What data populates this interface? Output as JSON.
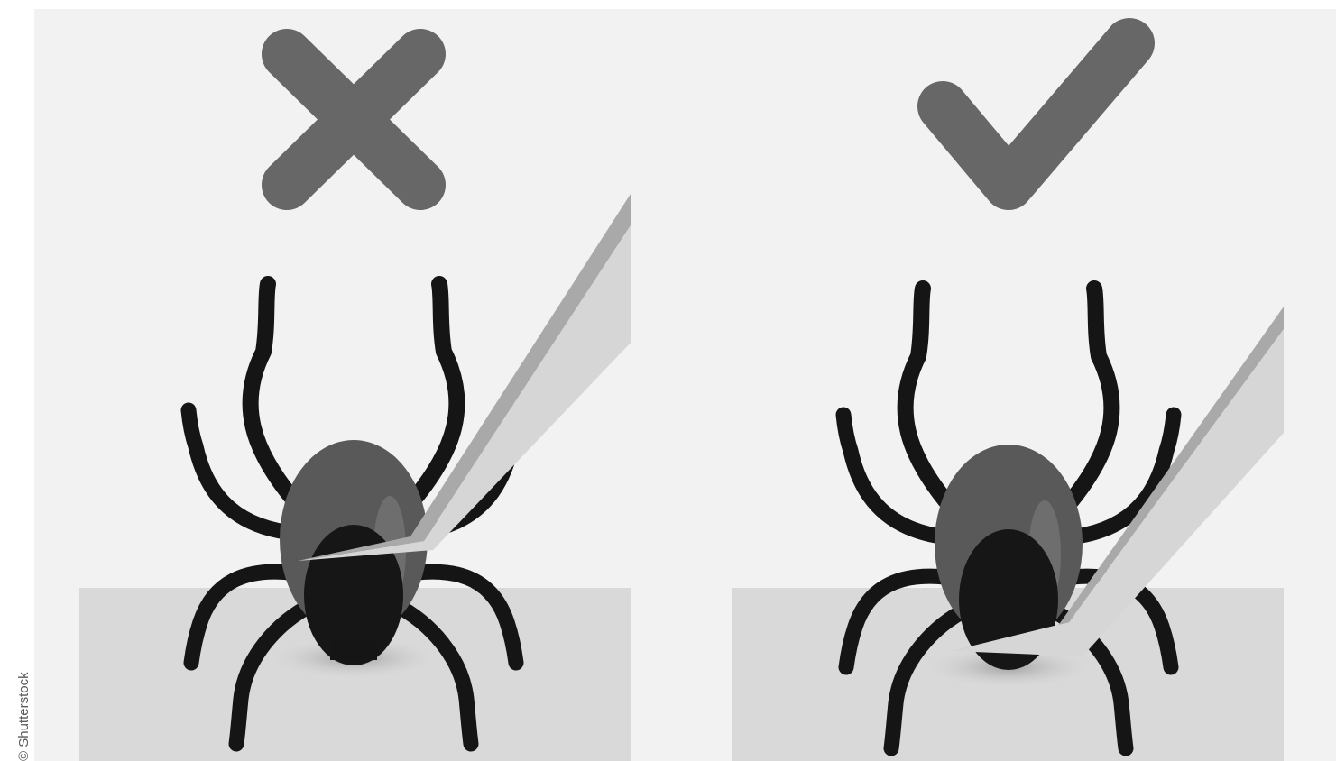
{
  "credit": "© Shutterstock",
  "colors": {
    "background": "#f2f2f2",
    "skin": "#d9d9d9",
    "symbol": "#676767",
    "tick_body": "#555555",
    "tick_legs": "#151515",
    "tweezers": "#d6d6d6",
    "tweezers_shade": "#a9a9a9"
  },
  "panels": [
    {
      "id": "wrong",
      "symbol_icon": "x-mark-icon"
    },
    {
      "id": "correct",
      "symbol_icon": "check-mark-icon"
    }
  ]
}
